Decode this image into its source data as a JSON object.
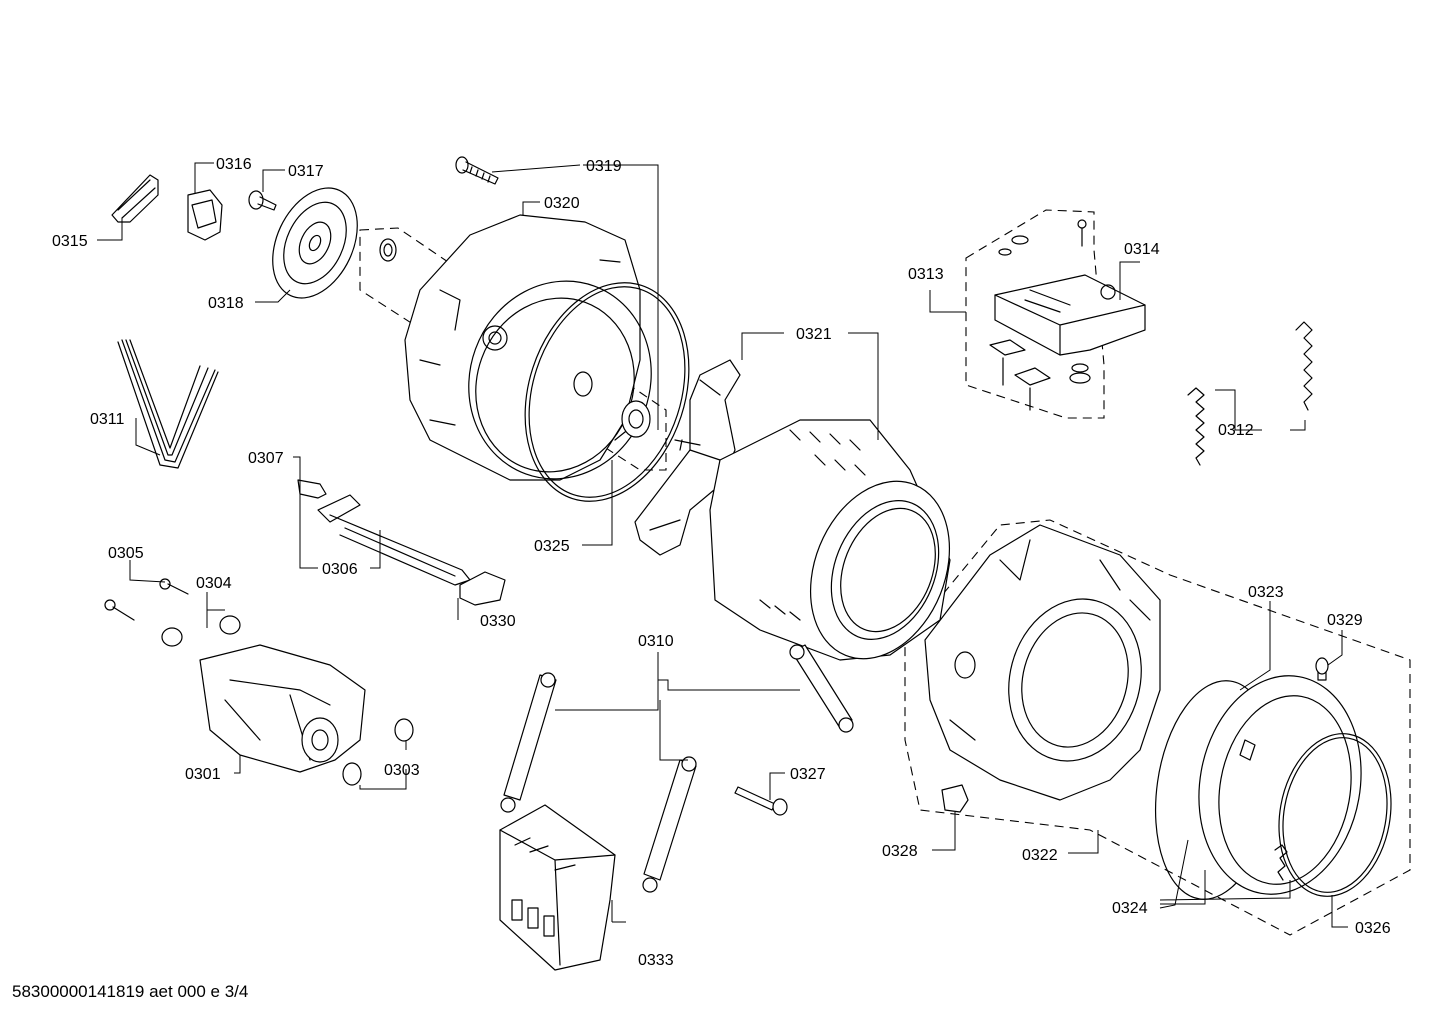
{
  "labels": {
    "p0301": "0301",
    "p0303": "0303",
    "p0304": "0304",
    "p0305": "0305",
    "p0306": "0306",
    "p0307": "0307",
    "p0310": "0310",
    "p0311": "0311",
    "p0312": "0312",
    "p0313": "0313",
    "p0314": "0314",
    "p0315": "0315",
    "p0316": "0316",
    "p0317": "0317",
    "p0318": "0318",
    "p0319": "0319",
    "p0320": "0320",
    "p0321": "0321",
    "p0322": "0322",
    "p0323": "0323",
    "p0324": "0324",
    "p0325": "0325",
    "p0326": "0326",
    "p0327": "0327",
    "p0328": "0328",
    "p0329": "0329",
    "p0330": "0330",
    "p0333": "0333"
  },
  "footer": "58300000141819 aet 000 e 3/4"
}
